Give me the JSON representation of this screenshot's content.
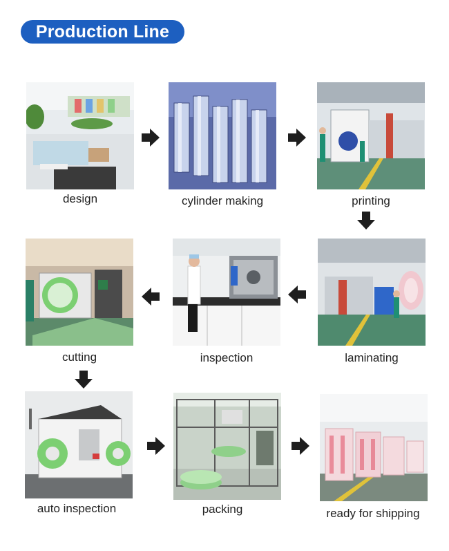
{
  "header": {
    "title": "Production Line"
  },
  "steps": [
    {
      "label": "design"
    },
    {
      "label": "cylinder making"
    },
    {
      "label": "printing"
    },
    {
      "label": "laminating"
    },
    {
      "label": "inspection"
    },
    {
      "label": "cutting"
    },
    {
      "label": "auto inspection"
    },
    {
      "label": "packing"
    },
    {
      "label": "ready for shipping"
    }
  ],
  "colors": {
    "title_background": "#1d5fc0",
    "title_text": "#ffffff",
    "arrow": "#1e1e1e",
    "label_text": "#222222"
  },
  "icons": {
    "flow_arrow": "arrow-icon"
  }
}
